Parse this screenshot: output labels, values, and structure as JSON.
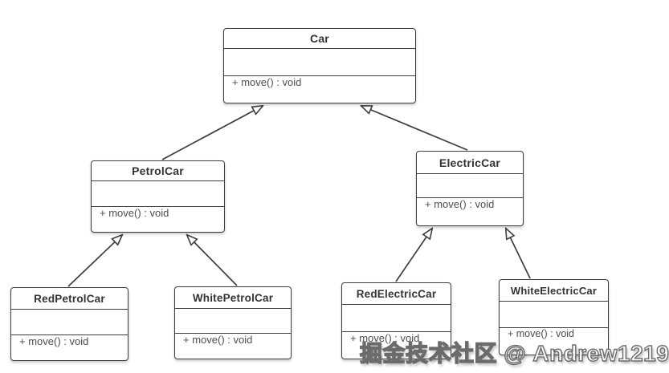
{
  "diagram": {
    "type": "uml-class-diagram",
    "classes": [
      {
        "name": "Car",
        "attributes": "",
        "methods": "+ move() : void"
      },
      {
        "name": "PetrolCar",
        "attributes": "",
        "methods": "+ move() : void"
      },
      {
        "name": "ElectricCar",
        "attributes": "",
        "methods": "+ move() : void"
      },
      {
        "name": "RedPetrolCar",
        "attributes": "",
        "methods": "+ move() : void"
      },
      {
        "name": "WhitePetrolCar",
        "attributes": "",
        "methods": "+ move() : void"
      },
      {
        "name": "RedElectricCar",
        "attributes": "",
        "methods": "+ move() : void"
      },
      {
        "name": "WhiteElectricCar",
        "attributes": "",
        "methods": "+ move() : void"
      }
    ],
    "relationships": [
      {
        "child": "PetrolCar",
        "parent": "Car",
        "type": "generalization"
      },
      {
        "child": "ElectricCar",
        "parent": "Car",
        "type": "generalization"
      },
      {
        "child": "RedPetrolCar",
        "parent": "PetrolCar",
        "type": "generalization"
      },
      {
        "child": "WhitePetrolCar",
        "parent": "PetrolCar",
        "type": "generalization"
      },
      {
        "child": "RedElectricCar",
        "parent": "ElectricCar",
        "type": "generalization"
      },
      {
        "child": "WhiteElectricCar",
        "parent": "ElectricCar",
        "type": "generalization"
      }
    ],
    "colors": {
      "border": "#3d3d3d",
      "background": "#ffffff",
      "title_text": "#333333",
      "method_text": "#4d4d4d"
    }
  },
  "watermark": {
    "text": "掘金技术社区 @ Andrew1219"
  }
}
